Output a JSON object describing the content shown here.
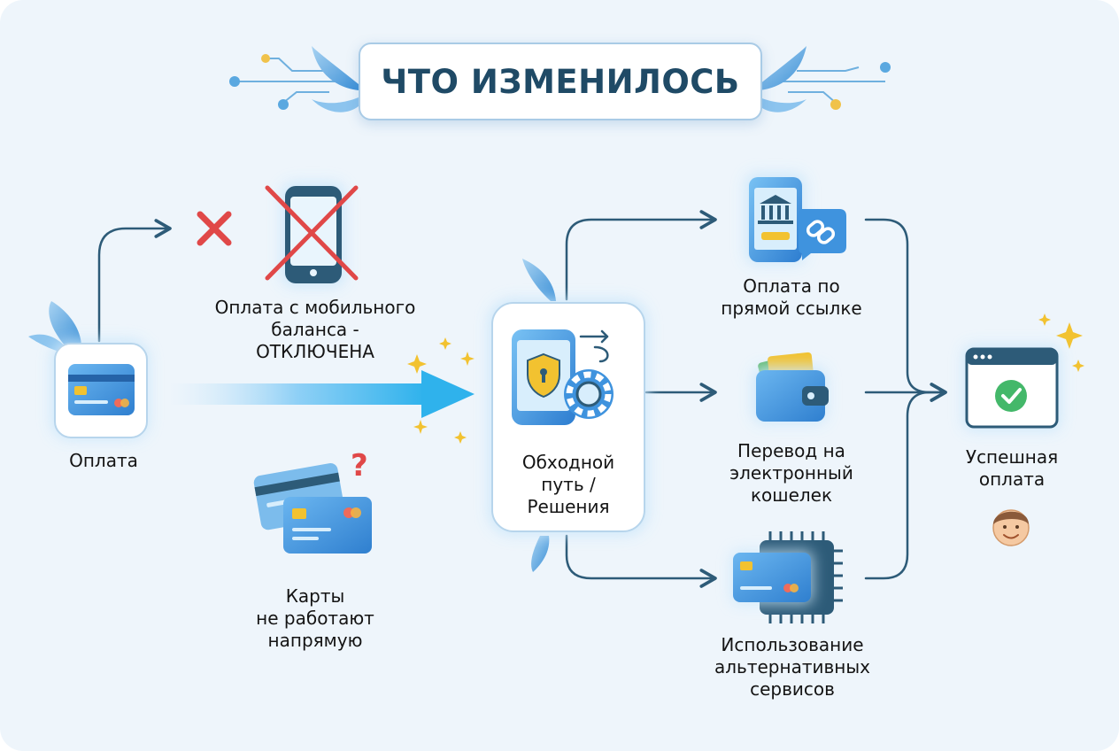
{
  "title": "ЧТО ИЗМЕНИЛОСЬ",
  "nodes": {
    "payment": "Оплата",
    "mobile_balance": "Оплата с мобильного\nбаланса -\nОТКЛЮЧЕНА",
    "cards": "Карты\nне работают\nнапрямую",
    "workaround": "Обходной\nпуть /\nРешения",
    "direct_link": "Оплата по\nпрямой ссылке",
    "ewallet": "Перевод на\nэлектронный\nкошелек",
    "alt_services": "Использование\nальтернативных\nсервисов",
    "success": "Успешная\nоплата"
  },
  "icons": {
    "payment": "credit-card-icon",
    "mobile_balance": "crossed-phone-icon",
    "blocked": "red-x-icon",
    "cards": "cards-question-icon",
    "workaround": "phone-shield-gear-icon",
    "direct_link": "bank-link-icon",
    "ewallet": "wallet-icon",
    "alt_services": "card-chip-icon",
    "success": "browser-check-icon",
    "user": "smiling-face-icon"
  },
  "colors": {
    "background": "#eef5fb",
    "title_text": "#1f4a66",
    "connector": "#2d5b78",
    "accent_blue": "#3f93de",
    "cross_red": "#e04848",
    "check_green": "#44b86a",
    "star_gold": "#f2c230"
  }
}
